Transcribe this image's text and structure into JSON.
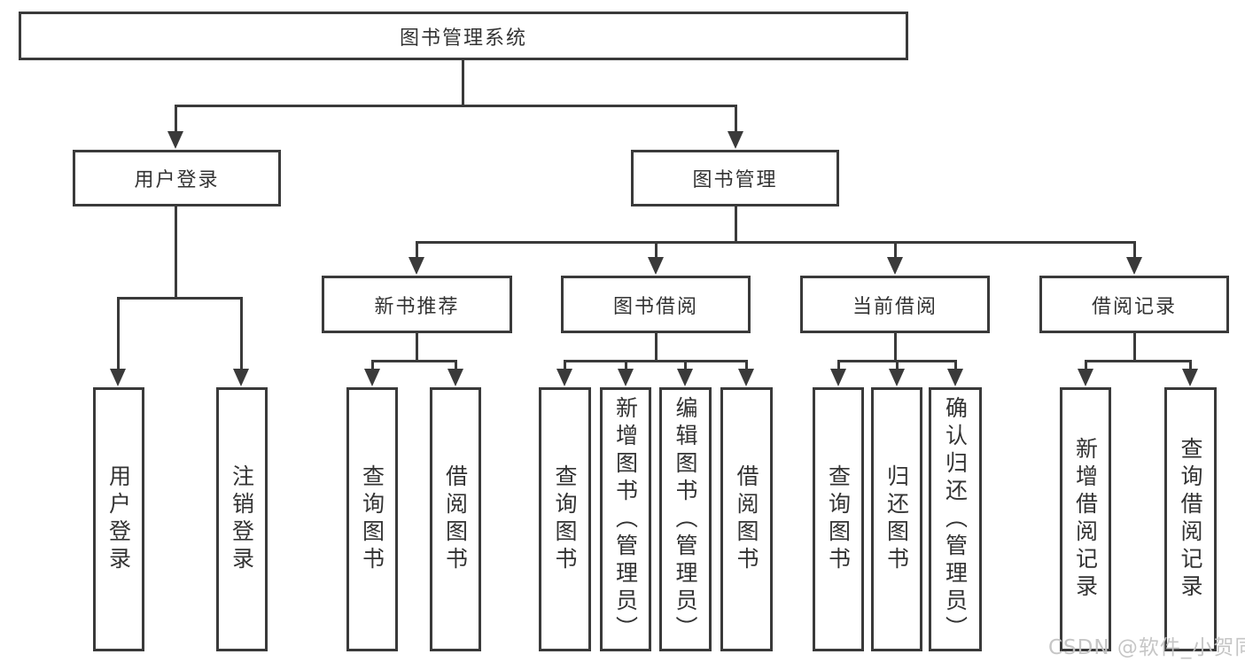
{
  "tree": {
    "label": "图书管理系统",
    "children": [
      {
        "label": "用户登录",
        "children": [
          {
            "label": "用户登录"
          },
          {
            "label": "注销登录"
          }
        ]
      },
      {
        "label": "图书管理",
        "children": [
          {
            "label": "新书推荐",
            "children": [
              {
                "label": "查询图书"
              },
              {
                "label": "借阅图书"
              }
            ]
          },
          {
            "label": "图书借阅",
            "children": [
              {
                "label": "查询图书"
              },
              {
                "label": "新增图书（管理员）"
              },
              {
                "label": "编辑图书（管理员）"
              },
              {
                "label": "借阅图书"
              }
            ]
          },
          {
            "label": "当前借阅",
            "children": [
              {
                "label": "查询图书"
              },
              {
                "label": "归还图书"
              },
              {
                "label": "确认归还（管理员）"
              }
            ]
          },
          {
            "label": "借阅记录",
            "children": [
              {
                "label": "新增借阅记录"
              },
              {
                "label": "查询借阅记录"
              }
            ]
          }
        ]
      }
    ]
  },
  "watermark": {
    "text": "CSDN @软件_小贺同学"
  },
  "colors": {
    "line": "#3a3a3a",
    "text": "#333333",
    "watermark": "#c5c5c5",
    "background": "#ffffff"
  }
}
